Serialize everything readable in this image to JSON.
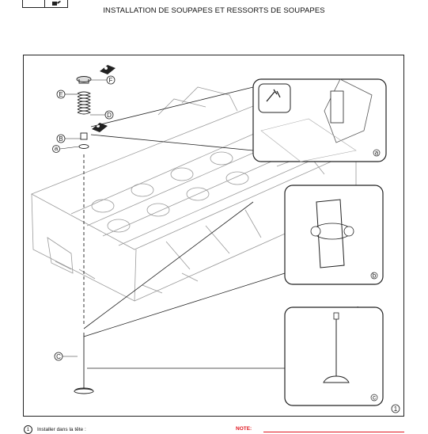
{
  "header": {
    "title": "INSTALLATION DE SOUPAPES ET RESSORTS DE SOUPAPES",
    "icon": "oil-can-icon"
  },
  "figure": {
    "callouts": [
      "F",
      "E",
      "D",
      "B",
      "C"
    ],
    "inset_labels": [
      "a",
      "b",
      "c"
    ],
    "small_tag": "a",
    "step_number": "1"
  },
  "footer": {
    "step_number": "1",
    "step_text": "Installer dans la tête :",
    "note_label": "NOTE:"
  },
  "colors": {
    "ink": "#222222",
    "note": "#e0141e",
    "frame_bg": "#ffffff"
  }
}
